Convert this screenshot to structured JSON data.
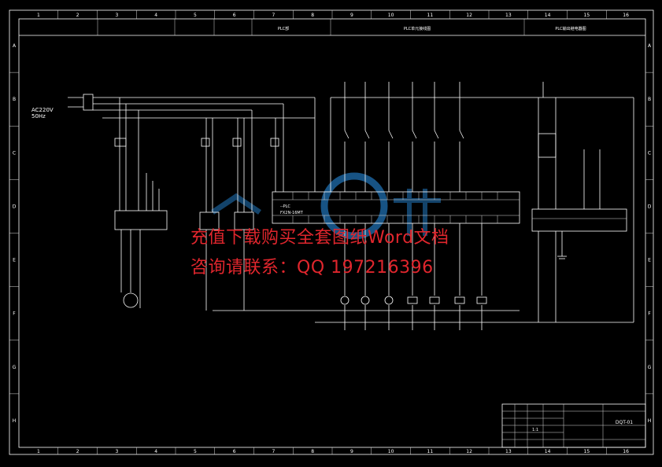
{
  "grid_numbers": [
    "1",
    "2",
    "3",
    "4",
    "5",
    "6",
    "7",
    "8",
    "9",
    "10",
    "11",
    "12",
    "13",
    "14",
    "15",
    "16"
  ],
  "grid_letters": [
    "A",
    "B",
    "C",
    "D",
    "E",
    "F",
    "G",
    "H"
  ],
  "header_cells": [
    "PLC部",
    "PLC单元接线图",
    "PLC输出继电器图"
  ],
  "power_labels": [
    "AC220V",
    "50Hz"
  ],
  "plc_model": "FX2N-16MT",
  "plc_tag": "--PLC",
  "drawing_number": "DQT-01",
  "scale_label": "1:1",
  "watermark_line1": "充值下载购买全套图纸Word文档",
  "watermark_line2": "咨询请联系：QQ 197216396",
  "colors": {
    "background": "#000000",
    "lines": "#ffffff",
    "watermark": "#e0262d",
    "logo": "#1f6fb0"
  }
}
